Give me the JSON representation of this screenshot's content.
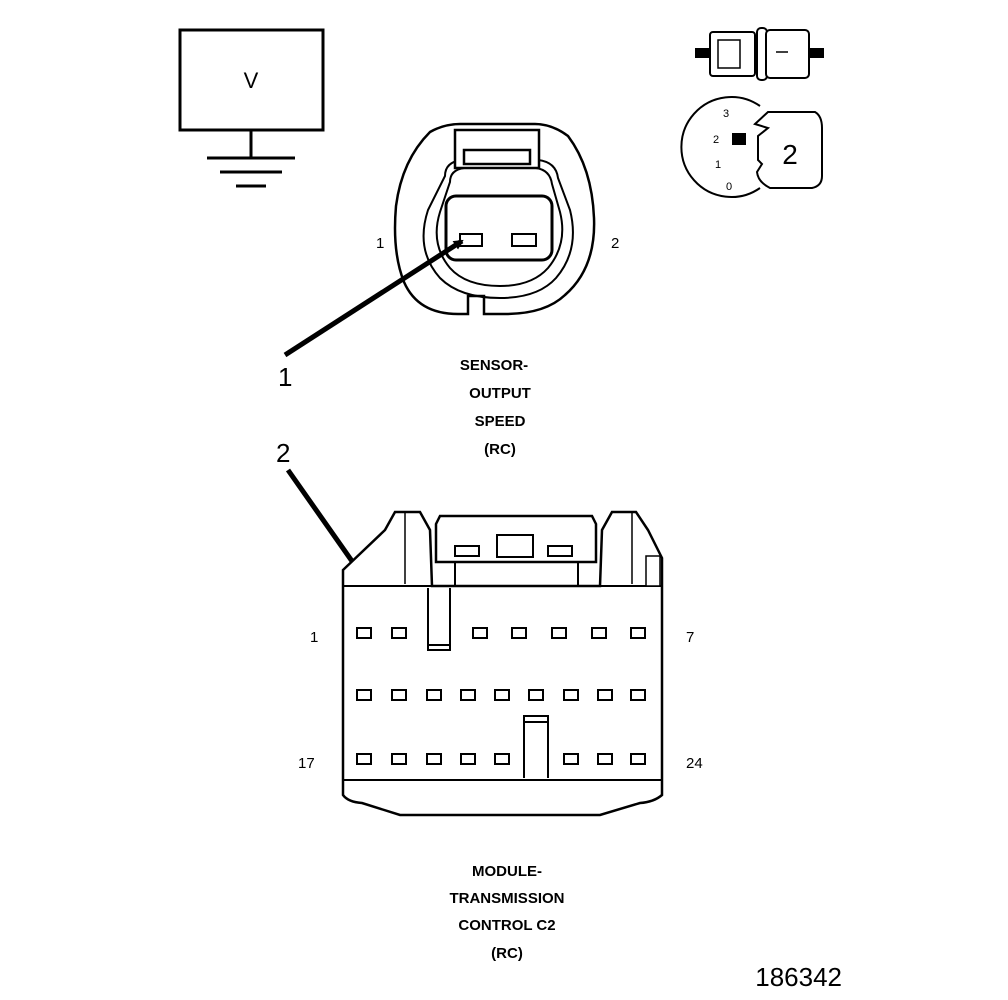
{
  "meter": {
    "symbol": "V"
  },
  "test_setup": {
    "scale_labels": [
      "3",
      "2",
      "1",
      "0"
    ],
    "probe_number": "2"
  },
  "sensor_connector": {
    "pin_left": "1",
    "pin_right": "2",
    "caption": [
      "SENSOR-",
      "OUTPUT",
      "SPEED",
      "(RC)"
    ]
  },
  "callouts": {
    "one": "1",
    "two": "2"
  },
  "module_connector": {
    "pin_top_left": "1",
    "pin_top_right": "7",
    "pin_bottom_left": "17",
    "pin_bottom_right": "24",
    "caption": [
      "MODULE-",
      "TRANSMISSION",
      "CONTROL C2",
      "(RC)"
    ]
  },
  "figure_id": "186342"
}
